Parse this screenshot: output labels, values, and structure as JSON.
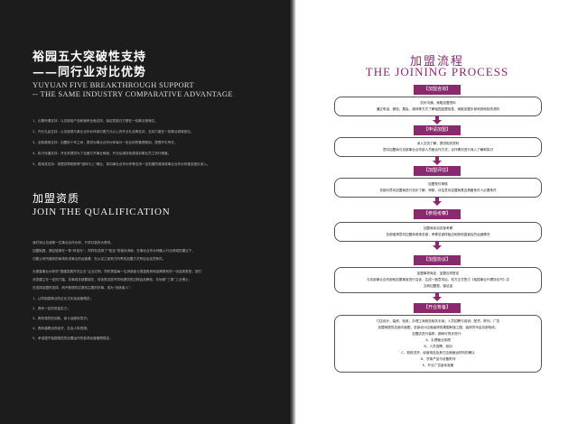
{
  "left": {
    "title_lines": [
      "裕园五大突破性支持",
      "——同行业对比优势"
    ],
    "subtitle_lines": [
      "YUYUAN FIVE BREAKTHROUGH SUPPORT",
      "-- THE SAME INDUSTRY COMPARATIVE ADVANTAGE"
    ],
    "support_items": [
      "1、长期所谓支持：以总部各产品和营养全面支持，保证您能已方便在一线事业首席位。",
      "2、开业礼品支持：以总部费与事业合作伙伴参约费万元以上的开业礼品等支持，支持力度在一线事业领域首位。",
      "3、全新费用支持：加盟前十年之间，提供为事业合作伙伴每月一定比例的管理费用，提督开平所在。",
      "4、执行待遇支持：开业前提供为了全面打开事业局面，开业后维持免费培训事业员工执行程度。",
      "5、费用奖支持：将提供帮助获得“团体与上”确业，将向事业合作伙伴等支持一定前擢的费用将事业合作伙伴推至团队收入。"
    ],
    "qual_title_cn": "加盟资质",
    "qual_title_en": "JOIN THE QUALIFICATION",
    "para1": [
      "我们深认自我是一位事业合作伙伴，只求共赢的大原则。",
      "加盟裕园，便应能够在一条“科技光”，同样在选择了“知足”的相对消耗，在事业合作伙伴融入行业领域的建议下，",
      "归属公司所做到的商场形成事业的运营基，在从这之前努力所界的加盟方式所包含这些条件。"
    ],
    "para2": [
      "为提高事业伙伴的“搭建发展开关企业”企业文明，同时提高每一位消费者与提高受到和品牌具有的一流品质类型，您们",
      "对您建立在一定的门槛，总事将总部要能在，将优秀志愿不同地提供的过程会品牌信，在地助“三周”工业博士，",
      "在选择加盟时选择，而不断提供过原则主要的好事，成为“创造者人”："
    ],
    "requirements": [
      "1、认同裕园事业的企业文化及经营理念；",
      "2、具有一定的资金实力；",
      "3、具有强烈的创新、奋斗及服务意识；",
      "4、具有高瞻远的经济、社会人际资源；",
      "5、承诺遵守裕园规范的加盟运作的各项经营管理规定。"
    ]
  },
  "right": {
    "title_cn": "加盟流程",
    "title_en": "THE JOINING PROCESS",
    "steps": [
      {
        "tag": "【加盟咨询】",
        "lines": [
          "初步沟通，索取加盟资料",
          "通过电话、微信、展会、媒体等方式了解裕园加盟信息，索取加盟手册和其他相关资料"
        ]
      },
      {
        "tag": "【申请加盟】",
        "lines": [
          "深入交流了解，提供相关资料",
          "意向加盟商与总部事业合作部人员面合作方式、合作情况进行深入了解和探讨"
        ]
      },
      {
        "tag": "【加盟评估】",
        "lines": [
          "加盟条件审核",
          "总部对意向加盟商进行初步了解、审核，评估意向加盟商是否具备条件人必要条件"
        ]
      },
      {
        "tag": "【参观考察】",
        "lines": [
          "加盟商亲自总部考察",
          "总部邀请意向加盟商参观总部，考察总部样板店和其他直营店的运营情况"
        ]
      },
      {
        "tag": "【加盟协议】",
        "lines": [
          "加盟事项商定，加盟合同签定",
          "与总部事业合作部就加盟事宜进行洽谈，达成一致意向后，双方正式签订《裕园事业代理协议书》并",
          "交纳加盟费，保证金"
        ]
      },
      {
        "tag": "【开业筹备】",
        "lines": [
          "门店设计、装修、验收，办理工商税务相关手续；人员招聘与培训；配货、陈列、广告",
          "加盟商提供店面平面图，总部设计店面装修效果图和施工图，装修完毕由总部验收。",
          "加盟店进行装修，期间可同步进行：",
          "A、办理营业执照",
          "B、人员招聘，培训",
          "C、首批进货、经营用品及其它店面营运材料的确认",
          "D、货架产品与设备陈列",
          "E、开业广告宣传准备"
        ]
      }
    ]
  }
}
